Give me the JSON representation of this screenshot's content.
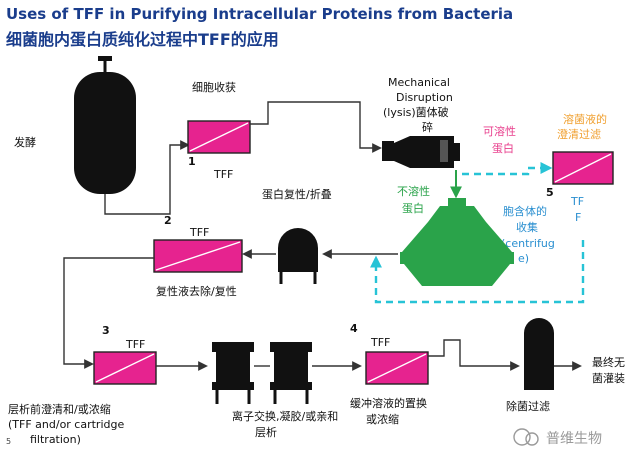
{
  "title_en": "Uses of TFF in Purifying Intracellular Proteins from Bacteria",
  "title_cn": "细菌胞内蛋白质纯化过程中TFF的应用",
  "labels": {
    "fermentation": "发酵",
    "cell_harvest": "细胞收获",
    "tff": "TFF",
    "tff_split": [
      "TF",
      "F"
    ],
    "mechanical_1": "Mechanical",
    "mechanical_2": "Disruption",
    "mechanical_3": "(lysis)菌体破",
    "mechanical_4": "碎",
    "soluble_1": "可溶性",
    "soluble_2": "蛋白",
    "lysate_1": "溶菌液的",
    "lysate_2": "澄清过滤",
    "insoluble_1": "不溶性",
    "insoluble_2": "蛋白",
    "ib_1": "胞含体的",
    "ib_2": "收集",
    "ib_3": "(centrifug",
    "ib_4": "e)",
    "refold": "蛋白复性/折叠",
    "denature_remove": "复性液去除/复性",
    "chrom_1": "层析前澄清和/或浓缩",
    "chrom_2": "(TFF and/or cartridge",
    "chrom_3": "filtration)",
    "ion_1": "离子交换,凝胶/或亲和",
    "ion_2": "层析",
    "buffer_1": "缓冲溶液的置换",
    "buffer_2": "或浓缩",
    "sterile": "除菌过滤",
    "final_1": "最终无",
    "final_2": "菌灌装",
    "page": "5",
    "watermark": "普维生物"
  },
  "steps": [
    "1",
    "2",
    "3",
    "4",
    "5"
  ],
  "colors": {
    "title": "#1a3d8c",
    "tff": "#e6238f",
    "cyan": "#27c3d6",
    "green": "#2aa34a",
    "pink": "#e83e8c",
    "orange": "#f0a030"
  }
}
